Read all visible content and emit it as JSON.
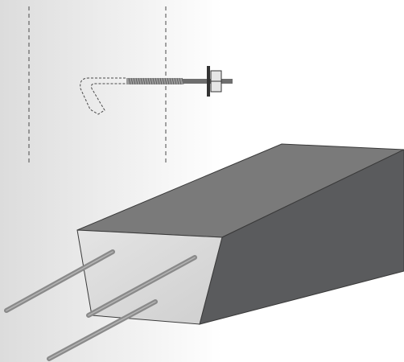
{
  "colors": {
    "background_left": "#dcdcdc",
    "background_right": "#ffffff",
    "beam_top": "#7a7a7a",
    "beam_side": "#5a5b5d",
    "beam_end_face": "#d9d9d9",
    "beam_edge": "#3a3a3a",
    "rebar": "#8a8a8a",
    "rebar_highlight": "#b4b4b4",
    "dashed_line": "#4a4a4a",
    "bolt_thread": "#9a9a9a",
    "bolt_rod": "#6e6e6e",
    "nut": "#e6e6e6",
    "washer": "#333333"
  },
  "components": {
    "beam": "concrete-beam",
    "rebars": [
      "rebar-1",
      "rebar-2",
      "rebar-3"
    ],
    "anchor": "hooked-anchor-bolt",
    "guides": [
      "dashed-guide-left",
      "dashed-guide-right"
    ]
  }
}
